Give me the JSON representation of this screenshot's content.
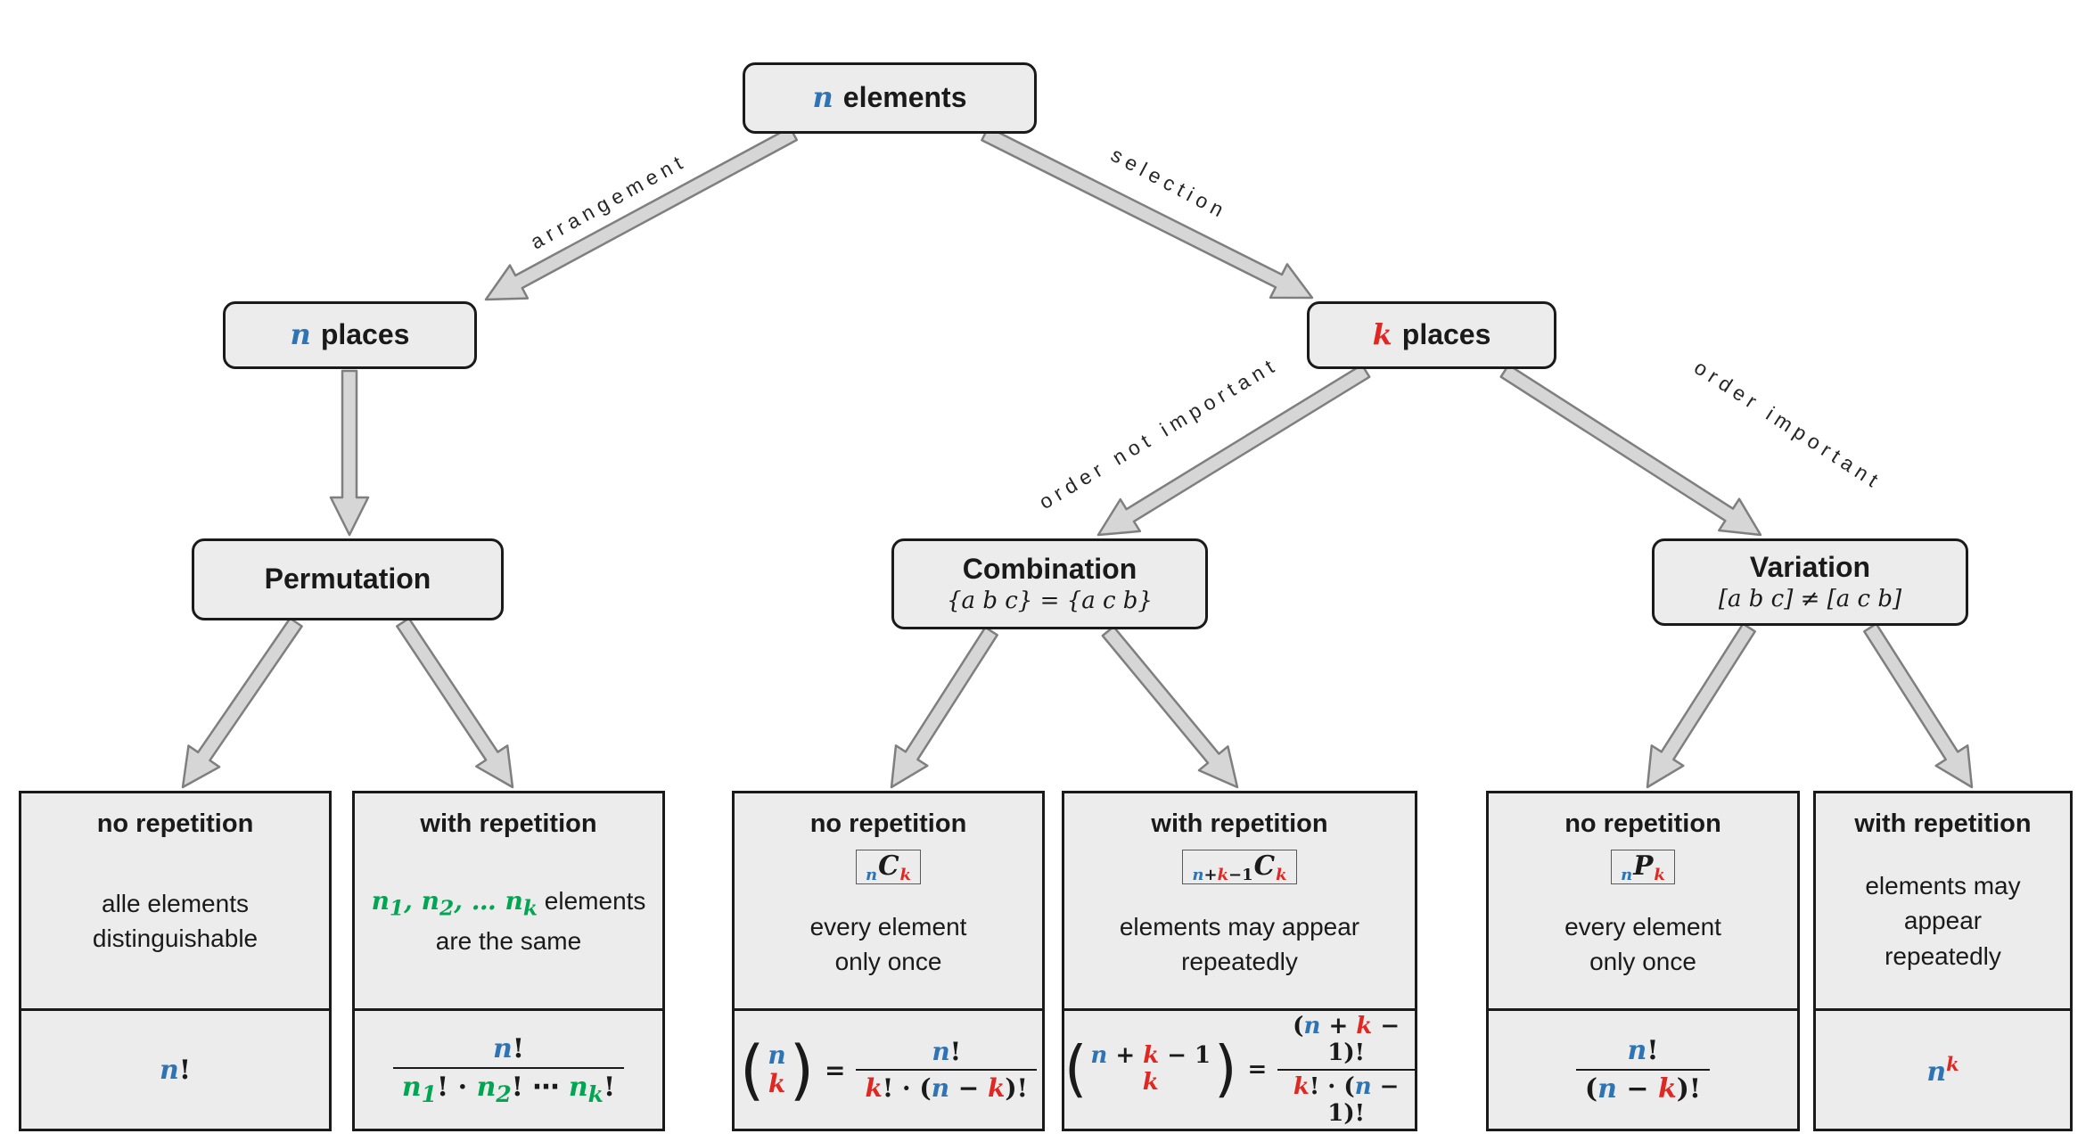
{
  "colors": {
    "blue": "#2e74b5",
    "red": "#e02722",
    "green": "#00a651",
    "box_fill": "#ececec",
    "arrow_fill": "#d6d6d6"
  },
  "nodes": {
    "root": {
      "var": "n",
      "label": "elements"
    },
    "n_places": {
      "var": "n",
      "label": "places"
    },
    "k_places": {
      "var": "k",
      "label": "places"
    },
    "permutation": {
      "title": "Permutation"
    },
    "combination": {
      "title": "Combination",
      "subtitle": "{a b c} = {a c b}"
    },
    "variation": {
      "title": "Variation",
      "subtitle": "[a b c] ≠ [a c b]"
    }
  },
  "edges": {
    "arrangement": "arrangement",
    "selection": "selection",
    "order_not_important": "order not important",
    "order_important": "order important"
  },
  "leaves": {
    "perm_no": {
      "title": "no repetition",
      "desc": [
        "alle elements",
        "distinguishable"
      ]
    },
    "perm_with": {
      "title": "with repetition",
      "desc1": [
        "n",
        "1",
        ", ",
        "n",
        "2",
        ", … ",
        "n",
        "k"
      ],
      "desc1_rest": " elements",
      "desc2": "are the same"
    },
    "comb_no": {
      "title": "no repetition",
      "desc": [
        "every element",
        "only once"
      ]
    },
    "comb_with": {
      "title": "with repetition",
      "desc": [
        "elements may appear",
        "repeatedly"
      ]
    },
    "var_no": {
      "title": "no repetition",
      "desc": [
        "every element",
        "only once"
      ]
    },
    "var_with": {
      "title": "with repetition",
      "desc": [
        "elements may appear",
        "repeatedly"
      ]
    }
  },
  "formulas": {
    "perm_no": {
      "parts": [
        "n",
        "!"
      ]
    },
    "perm_with": {
      "num": [
        "n",
        "!"
      ],
      "den": [
        "n",
        "1",
        "! · ",
        "n",
        "2",
        "! ⋯ ",
        "n",
        "k",
        "!"
      ]
    },
    "comb_no": {
      "badge": {
        "pre": "n",
        "op": "C",
        "post": "k"
      },
      "lp": "(",
      "rp": ")",
      "top": "n",
      "bottom": "k",
      "eq": "=",
      "num": [
        "n",
        "!"
      ],
      "den": [
        "k",
        "! · (",
        "n",
        " − ",
        "k",
        ")!"
      ]
    },
    "comb_with": {
      "badge": {
        "pre": [
          "n",
          "+",
          "k",
          "−1"
        ],
        "op": "C",
        "post": "k"
      },
      "lp": "(",
      "rp": ")",
      "top": [
        "n",
        " + ",
        "k",
        " − 1"
      ],
      "bottom": "k",
      "eq": "=",
      "num": [
        "(",
        "n",
        " + ",
        "k",
        " − 1",
        ")!"
      ],
      "den": [
        "k",
        "! · (",
        "n",
        " − 1)!"
      ]
    },
    "var_no": {
      "badge": {
        "pre": "n",
        "op": "P",
        "post": "k"
      },
      "num": [
        "n",
        "!"
      ],
      "den": [
        "(",
        "n",
        " − ",
        "k",
        ")!"
      ]
    },
    "var_with": {
      "base": "n",
      "exp": "k"
    }
  }
}
